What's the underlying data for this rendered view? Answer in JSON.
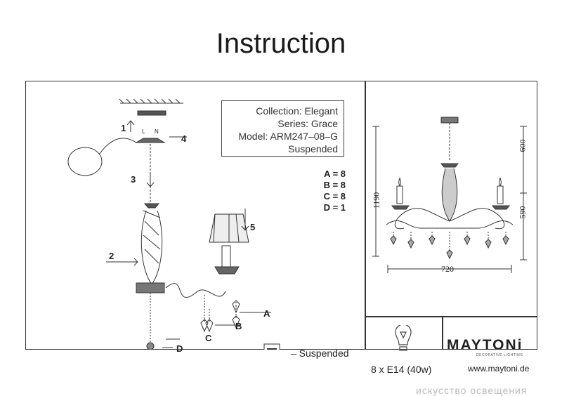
{
  "title": "Instruction",
  "info": {
    "collection": "Collection: Elegant",
    "series": "Series: Grace",
    "model": "Model: ARM247–08–G",
    "type": "Suspended"
  },
  "counts": [
    "A = 8",
    "B = 8",
    "C = 8",
    "D = 1"
  ],
  "steps": [
    "1",
    "2",
    "3",
    "4",
    "5"
  ],
  "parts": [
    "A",
    "B",
    "C",
    "D"
  ],
  "wiring": {
    "l": "L",
    "n": "N"
  },
  "suspended_label": "– Suspended",
  "dimensions": {
    "height_total": "1190",
    "height_top": "600",
    "height_body": "590",
    "width": "720"
  },
  "bulb": "8 x E14 (40w)",
  "brand": {
    "name": "MAYTONi",
    "tagline": "DECORATIVE LIGHTING",
    "url": "www.maytoni.de"
  },
  "watermark": "искусство освещения"
}
